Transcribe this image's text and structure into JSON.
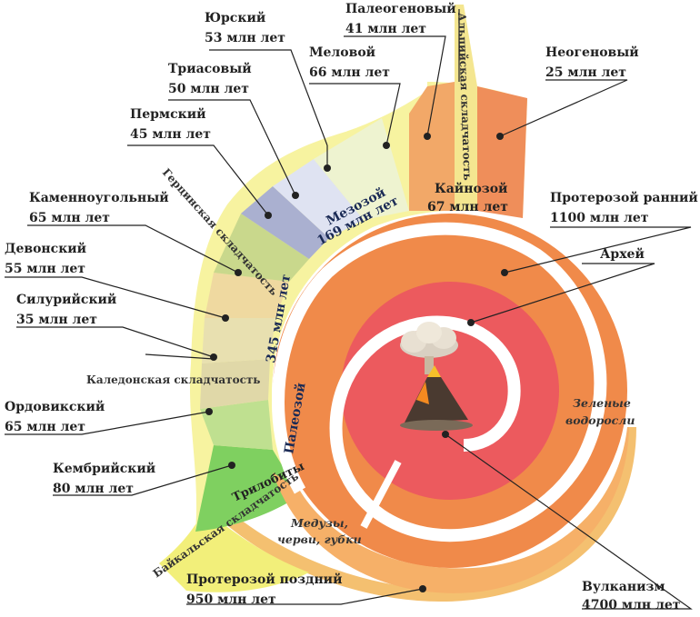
{
  "periods": {
    "jurassic": {
      "name": "Юрский",
      "age": "53 млн лет"
    },
    "paleogene": {
      "name": "Палеогеновый",
      "age": "41 млн лет"
    },
    "cretaceous": {
      "name": "Меловой",
      "age": "66 млн  лет"
    },
    "neogene": {
      "name": "Неогеновый",
      "age": "25 млн лет"
    },
    "triassic": {
      "name": "Триасовый",
      "age": "50 млн лет"
    },
    "permian": {
      "name": "Пермский",
      "age": "45 млн лет"
    },
    "carboniferous": {
      "name": "Каменноугольный",
      "age": "65 млн лет"
    },
    "devonian": {
      "name": "Девонский",
      "age": "55 млн лет"
    },
    "silurian": {
      "name": "Силурийский",
      "age": "35 млн лет"
    },
    "ordovician": {
      "name": "Ордовикский",
      "age": "65 млн лет"
    },
    "cambrian": {
      "name": "Кембрийский",
      "age": "80 млн лет"
    }
  },
  "eras": {
    "cenozoic": {
      "name": "Кайнозой",
      "age": "67 млн лет"
    },
    "mesozoic": {
      "name": "Мезозой",
      "age": "169 млн лет"
    },
    "paleozoic": {
      "name": "Палеозой",
      "age": "345 млн лет"
    },
    "proterozoic_early": {
      "name": "Протерозой ранний",
      "age": "1100 млн лет"
    },
    "proterozoic_late": {
      "name": "Протерозой поздний",
      "age": "950 млн лет"
    },
    "archean": {
      "name": "Архей"
    },
    "volcanism": {
      "name": "Вулканизм",
      "age": "4700 млн лет"
    }
  },
  "foldings": {
    "alpine": "Альпийская складчатость",
    "hercynian": "Герцинская складчатость",
    "caledonian": "Каледонская складчатость",
    "baikal": "Байкальская складчатость"
  },
  "life": {
    "algae_1": "Зеленые",
    "algae_2": "водоросли",
    "jelly_1": "Медузы,",
    "jelly_2": "черви, губки",
    "trilobites": "Трилобиты"
  },
  "colors": {
    "archean": "#ec5a5e",
    "proterozoic": "#f08a4a",
    "cenozoic": "#f0a060",
    "mesozoic": "#e9ecf6",
    "paleozoic": "#d8e8a0",
    "outline": "#9aa8b8"
  }
}
